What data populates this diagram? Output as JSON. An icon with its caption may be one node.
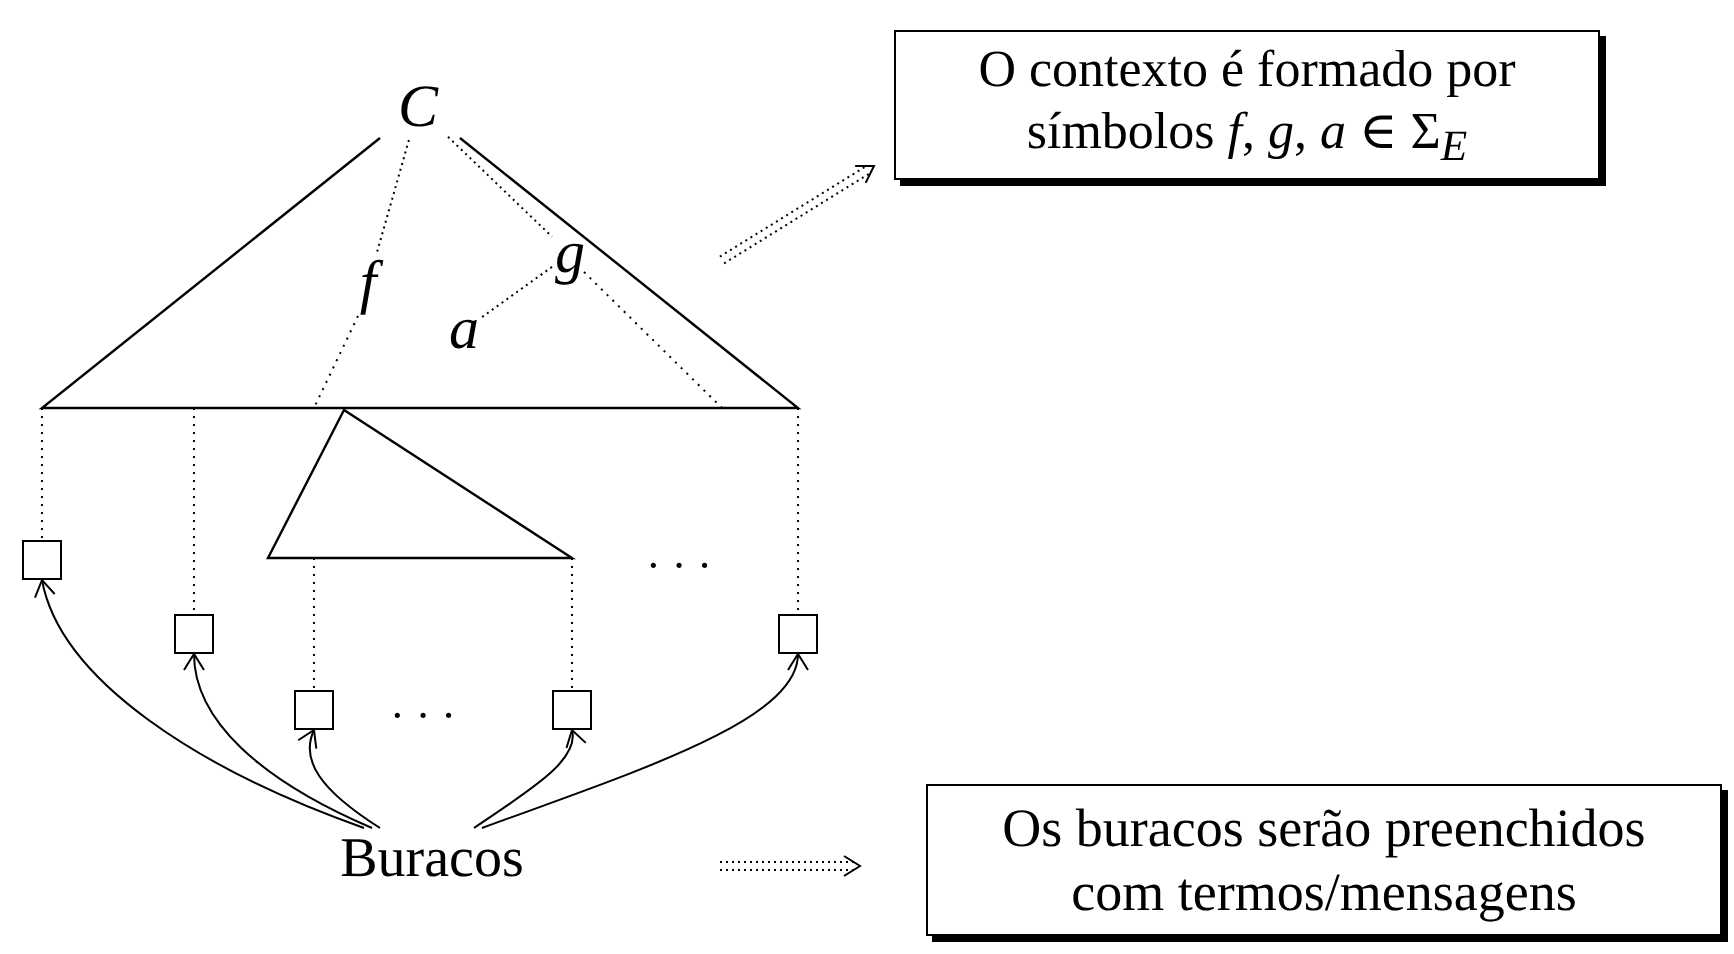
{
  "diagram": {
    "nodes": [
      {
        "text": [
          "C"
        ]
      },
      {
        "text": [
          "f"
        ]
      },
      {
        "text": [
          "g"
        ]
      },
      {
        "text": [
          "a"
        ]
      },
      {
        "text": [
          "O contexto é formado por símbolos *f*, *g*, *a* ∈ Σ$_{E}$"
        ]
      },
      {
        "text": [],
        "shape": "box"
      },
      {
        "text": [],
        "shape": "box"
      },
      {
        "text": [],
        "shape": "box"
      },
      {
        "text": [],
        "shape": "box"
      },
      {
        "text": [],
        "shape": "box"
      },
      {
        "text": [
          "Buracos"
        ]
      },
      {
        "text": [
          "Os buracos serão preenchidos com termos/mensagens"
        ]
      }
    ],
    "edges": [
      {
        "from": 0,
        "to": 1,
        "arrow": "none",
        "style": "dashed"
      },
      {
        "from": 0,
        "to": 2,
        "arrow": "none",
        "style": "dashed"
      },
      {
        "from": 2,
        "to": 3,
        "arrow": "none",
        "style": "dashed"
      },
      {
        "from": null,
        "to": 4,
        "arrow": "to",
        "style": "dashed"
      },
      {
        "from": 10,
        "to": 5,
        "arrow": "to"
      },
      {
        "from": 10,
        "to": 6,
        "arrow": "to"
      },
      {
        "from": 10,
        "to": 7,
        "arrow": "to"
      },
      {
        "from": 10,
        "to": 8,
        "arrow": "to"
      },
      {
        "from": 10,
        "to": 9,
        "arrow": "to"
      },
      {
        "from": null,
        "to": 11,
        "arrow": "to",
        "style": "dashed"
      }
    ],
    "labels": [
      "· · ·",
      "· · ·"
    ]
  }
}
